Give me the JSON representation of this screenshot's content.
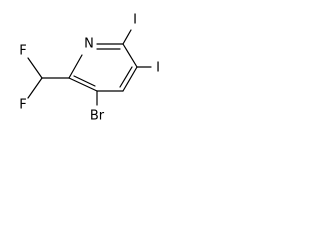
{
  "molecule": {
    "atoms": {
      "n1": "N",
      "i_top": "I",
      "i_right": "I",
      "br": "Br",
      "f_upper": "F",
      "f_lower": "F"
    }
  }
}
